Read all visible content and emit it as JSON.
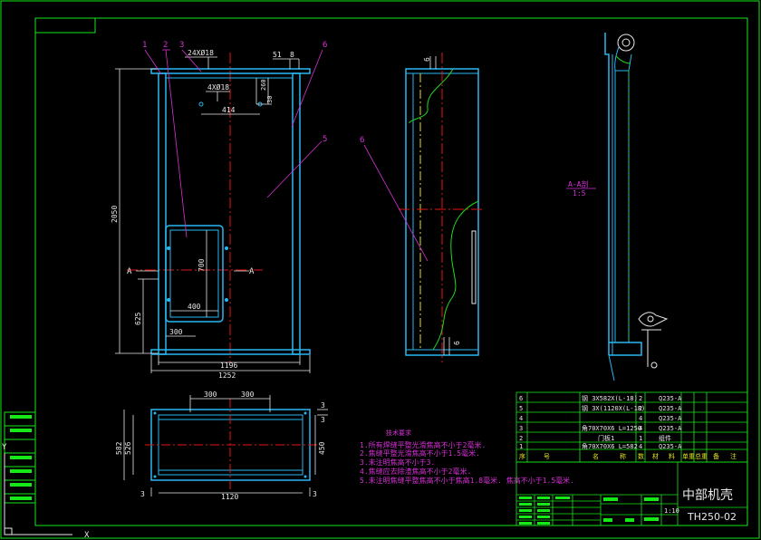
{
  "colors": {
    "background": "#000000",
    "frame": "#17e817",
    "part": "#29b7f2",
    "dimension": "#e8e8e8",
    "centerline": "#e81515",
    "leader": "#d630d6",
    "break_line": "#20d820",
    "yellow": "#e0e020"
  },
  "front_view": {
    "dims": {
      "holes_top": "24XØ18",
      "holes_inner": "4XØ18",
      "d260": "260",
      "d30": "30",
      "d414": "414",
      "d51": "51",
      "d8": "8",
      "d2050": "2050",
      "d700": "700",
      "d400": "400",
      "d625": "625",
      "d300": "300",
      "d1196": "1196",
      "d1252": "1252"
    },
    "section_mark_left": "A",
    "section_mark_right": "A",
    "balloons": [
      "1",
      "2",
      "3",
      "6",
      "5"
    ]
  },
  "side_view": {
    "dim_top": "6",
    "dim_bottom": "6",
    "balloon": "6"
  },
  "section_view": {
    "label": "A-A剖",
    "scale": "1:5"
  },
  "plan_view": {
    "d300a": "300",
    "d300b": "300",
    "d582": "582",
    "d526": "526",
    "d450": "450",
    "d3_tr1": "3",
    "d3_tr2": "3",
    "d3_bl": "3",
    "d3_br": "3",
    "d1120": "1120"
  },
  "notes": {
    "title": "技术要求",
    "items": [
      "1.所有焊缝平整光滑焦高不小于2毫米.",
      "2.焦缝平整光滑焦高不小于1.5毫米.",
      "3.未注明焦高不小于3.",
      "4.焦缝应去除渣焦高不小于2毫米.",
      "5.未注明焦缝平整焦高不小于焦高1.8毫米.  焦高不小于1.5毫米."
    ]
  },
  "bom": {
    "rows": [
      {
        "no": "6",
        "spec": "钢 3X582X(L-18)",
        "qty": "2",
        "mat": "Q235-A"
      },
      {
        "no": "5",
        "spec": "钢 3X(1120X(L-18)",
        "qty": "2",
        "mat": "Q235-A"
      },
      {
        "no": "4",
        "spec": "",
        "qty": "4",
        "mat": "Q235-A"
      },
      {
        "no": "3",
        "spec": "角70X70X6  L=1250",
        "qty": "4",
        "mat": "Q235-A"
      },
      {
        "no": "2",
        "spec": "门板1",
        "qty": "1",
        "mat": "组件"
      },
      {
        "no": "1",
        "spec": "角70X70X6  L=582",
        "qty": "4",
        "mat": "Q235-A"
      }
    ],
    "header": [
      "序",
      "号",
      "名",
      "称",
      "数",
      "材",
      "料",
      "单重",
      "总重",
      "备",
      "注"
    ]
  },
  "title_block": {
    "name": "中部机壳",
    "drawing_no": "TH250-02",
    "scale": "1:10"
  },
  "ucs": {
    "x": "X",
    "y": "Y"
  }
}
